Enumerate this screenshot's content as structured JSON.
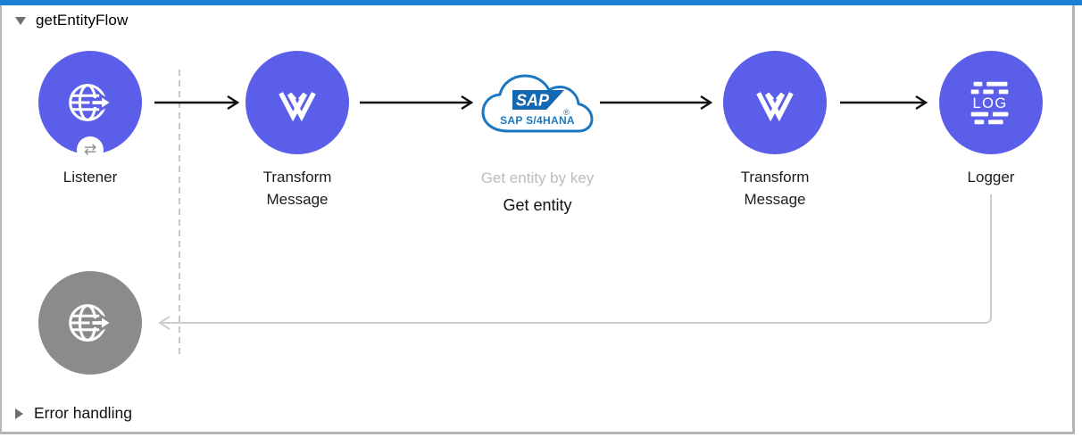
{
  "flow": {
    "title": "getEntityFlow",
    "nodes": {
      "listener": {
        "label": "Listener",
        "badge_icon": "⇄"
      },
      "transform1": {
        "label": "Transform Message"
      },
      "sap_get_entity": {
        "operation_label": "Get entity by key",
        "label": "Get entity",
        "logo_text": "SAP",
        "registered_mark": "®",
        "product_text": "SAP S/4HANA"
      },
      "transform2": {
        "label": "Transform Message"
      },
      "logger": {
        "label": "Logger",
        "icon_text": "LOG"
      }
    }
  },
  "error_handling": {
    "title": "Error handling"
  },
  "colors": {
    "selection_bar": "#1e7ed8",
    "node_fill": "#5b5ee9",
    "inactive_node_fill": "#8b8b8b",
    "sap_logo_blue": "#1468b3",
    "cloud_outline_blue": "#1b78c0"
  }
}
